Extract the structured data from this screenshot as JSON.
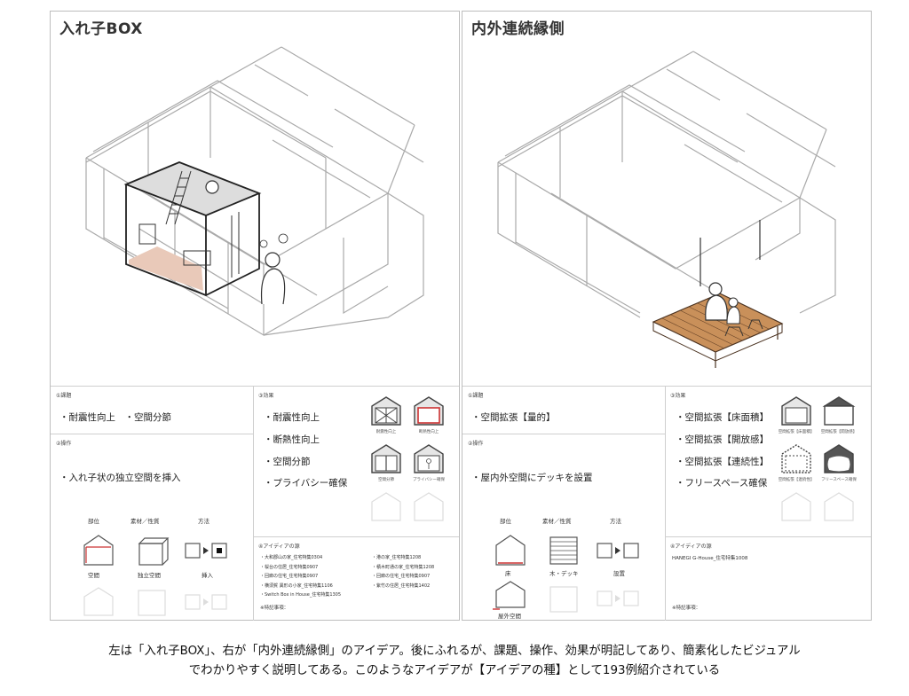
{
  "caption": {
    "line1": "左は「入れ子BOX」、右が「内外連続縁側」のアイデア。後にふれるが、課題、操作、効果が明記してあり、簡素化したビジュアル",
    "line2": "でわかりやすく説明してある。このようなアイデアが【アイデアの種】として193例紹介されている"
  },
  "left": {
    "title": "入れ子BOX",
    "issue_head": "①課題",
    "issue_text": "・耐震性向上　・空間分節",
    "op_head": "②操作",
    "op_text": "・入れ子状の独立空間を挿入",
    "cols": [
      "部位",
      "素材／性質",
      "方法"
    ],
    "labels": [
      "空間",
      "独立空間",
      "挿入"
    ],
    "effect_head": "③効果",
    "effects": [
      "・耐震性向上",
      "・断熱性向上",
      "・空間分節",
      "・プライバシー確保"
    ],
    "icon_labels": [
      "耐震性向上",
      "断熱性向上",
      "空間分節",
      "プライバシー確保"
    ],
    "source_head": "④アイディアの源",
    "sources_a": [
      "・大和郡山の家_住宅特集0304",
      "・桜台の住居_住宅特集0907",
      "・回廊の住宅_住宅特集0907",
      "・横須賀 異形の小家_住宅特集1106",
      "・Switch Box in House_住宅特集1305"
    ],
    "sources_b": [
      "・港の家_住宅特集1208",
      "・積木町通の家_住宅特集1208",
      "・回廊の住宅_住宅特集0907",
      "・紫竹の住居_住宅特集1402"
    ],
    "note": "※特記事項："
  },
  "right": {
    "title": "内外連続縁側",
    "issue_head": "①課題",
    "issue_text": "・空間拡張【量的】",
    "op_head": "②操作",
    "op_text": "・屋内外空間にデッキを設置",
    "cols": [
      "部位",
      "素材／性質",
      "方法"
    ],
    "labels": [
      "床",
      "木・デッキ",
      "設置",
      "屋外空間"
    ],
    "effect_head": "③効果",
    "effects": [
      "・空間拡張【床面積】",
      "・空間拡張【開放感】",
      "・空間拡張【連続性】",
      "・フリースペース確保"
    ],
    "icon_labels": [
      "空間拡張【床面積】",
      "空間拡張【開放感】",
      "空間拡張【連続性】",
      "フリースペース確保"
    ],
    "source_head": "④アイディアの源",
    "sources_a": [
      "HANEGI G-House_住宅特集1008"
    ],
    "note": "※特記事項："
  }
}
